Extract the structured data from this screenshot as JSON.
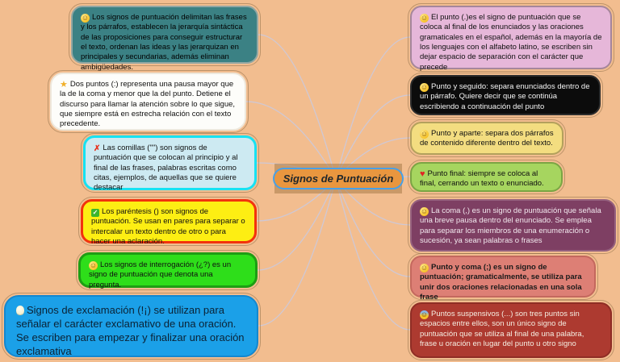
{
  "canvas": {
    "background_color": "#f2bd8f",
    "connector_color": "#cdc9da"
  },
  "center": {
    "label": "Signos de Puntuación",
    "fill_color": "#e9963f",
    "border_color": "#47a0e8"
  },
  "left_nodes": [
    {
      "icon": {
        "name": "smiley-face-icon",
        "glyph": "☺"
      },
      "color": "#3b8184",
      "text": "Los signos de puntuación delimitan las frases y los párrafos, establecen la jerarquía sintáctica de las proposiciones para conseguir estructurar el texto, ordenan las ideas y las jerarquizan en principales y secundarias, además eliminan ambigüedades."
    },
    {
      "icon": {
        "name": "star-icon",
        "glyph": "★"
      },
      "color": "#fdfdfa",
      "text": "Dos puntos (:) representa una pausa mayor que la de la coma y menor que la del punto. Detiene el discurso para llamar la atención sobre lo que sigue, que siempre está en estrecha relación con el texto precedente."
    },
    {
      "icon": {
        "name": "red-cross-icon",
        "glyph": "✗"
      },
      "color": "#cdeaf2",
      "text": "Las comillas (\"\") son signos de puntuación que se colocan al principio y al final de las frases, palabras escritas como citas, ejemplos, de aquellas que se quiere destacar"
    },
    {
      "icon": {
        "name": "check-mark-icon",
        "glyph": "✓"
      },
      "color": "#fdee13",
      "text": "Los paréntesis () son signos de puntuación. Se usan en pares para separar o intercalar un texto dentro de otro o para hacer una aclaración."
    },
    {
      "icon": {
        "name": "smiley-face-icon",
        "glyph": "☺"
      },
      "color": "#2ede1a",
      "text": "Los signos de interrogación (¿?) es un signo de puntuación que denota una pregunta."
    },
    {
      "icon": {
        "name": "light-bulb-icon",
        "glyph": ""
      },
      "color": "#1ba0e8",
      "text": "Signos de exclamación (!¡) se utilizan para señalar el carácter exclamativo de una oración. Se escriben para empezar y finalizar una oración exclamativa"
    }
  ],
  "right_nodes": [
    {
      "icon": {
        "name": "smiley-face-icon",
        "glyph": "☺"
      },
      "color": "#e6b7d9",
      "text": "El punto (.)es el signo de puntuación que se coloca al final de los enunciados y las oraciones gramaticales en el español, además en la mayoría de los lenguajes con el alfabeto latino, se escriben sin dejar espacio de separación con el carácter que precede"
    },
    {
      "icon": {
        "name": "clock-face-icon",
        "glyph": "☺"
      },
      "color": "#0c0c0c",
      "text": "Punto y seguido: separa enunciados dentro de un párrafo. Quiere decir que se continúa escribiendo a continuación del punto"
    },
    {
      "icon": {
        "name": "laughing-face-icon",
        "glyph": "☺"
      },
      "color": "#f3dd80",
      "text": "Punto y aparte: separa dos párrafos de contenido diferente dentro del texto."
    },
    {
      "icon": {
        "name": "red-heart-icon",
        "glyph": "♥"
      },
      "color": "#a6d55f",
      "text": "Punto final: siempre se coloca al final, cerrando un texto o enunciado."
    },
    {
      "icon": {
        "name": "smiley-face-icon",
        "glyph": "☺"
      },
      "color": "#7e3f63",
      "text": "La coma (,) es un signo de puntuación que señala una breve pausa dentro del enunciado. Se emplea para separar los miembros de una enumeración o sucesión, ya sean palabras o frases"
    },
    {
      "icon": {
        "name": "smiley-face-icon",
        "glyph": "☺"
      },
      "color": "#dd7f75",
      "text": "Punto y coma (;) es un signo de puntuación; gramaticalmente, se utiliza para unir dos oraciones relacionadas en una sola frase"
    },
    {
      "icon": {
        "name": "screaming-face-icon",
        "glyph": "☺"
      },
      "color": "#ad3a30",
      "text": "Puntos suspensivos (...) son tres puntos sin espacios entre ellos, son un único signo de puntuación que se utiliza al final de una palabra, frase u oración en lugar del punto u otro signo"
    }
  ]
}
